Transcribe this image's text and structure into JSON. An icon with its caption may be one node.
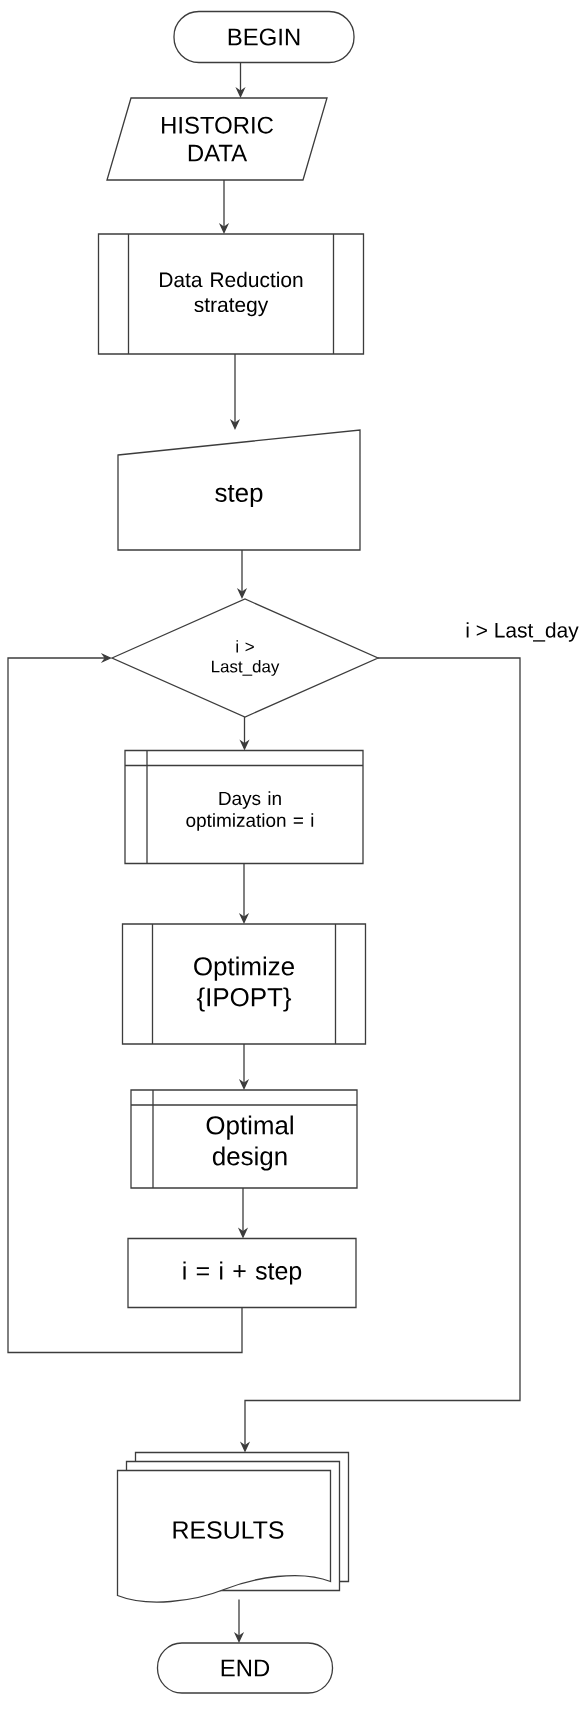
{
  "diagram": {
    "nodes": [
      {
        "text": [
          "BEGIN"
        ]
      },
      {
        "text": [
          "HISTORIC DATA"
        ]
      },
      {
        "text": [
          "Data Reduction strategy"
        ]
      },
      {
        "text": [
          "step"
        ]
      },
      {
        "text": [
          "i > Last_day"
        ]
      },
      {
        "text": [
          "Days in optimization = i"
        ]
      },
      {
        "text": [
          "Optimize {IPOPT}"
        ]
      },
      {
        "text": [
          "Optimal design"
        ]
      },
      {
        "text": [
          "i = i + step"
        ]
      },
      {
        "text": [
          "RESULTS"
        ]
      },
      {
        "text": [
          "END"
        ]
      }
    ],
    "edges": [
      {
        "from": 0,
        "to": 1,
        "arrow": "to"
      },
      {
        "from": 1,
        "to": 2,
        "arrow": "to"
      },
      {
        "from": 2,
        "to": 3,
        "arrow": "to"
      },
      {
        "from": 3,
        "to": 4,
        "arrow": "to"
      },
      {
        "from": 4,
        "to": 5,
        "arrow": "to"
      },
      {
        "from": 5,
        "to": 6,
        "arrow": "to"
      },
      {
        "from": 6,
        "to": 7,
        "arrow": "to"
      },
      {
        "from": 7,
        "to": 8,
        "arrow": "to"
      },
      {
        "from": 8,
        "to": 4,
        "arrow": "to"
      },
      {
        "from": 4,
        "to": 9,
        "arrow": "to",
        "label": "i > Last_day"
      },
      {
        "from": 9,
        "to": 10,
        "arrow": "to"
      }
    ]
  }
}
